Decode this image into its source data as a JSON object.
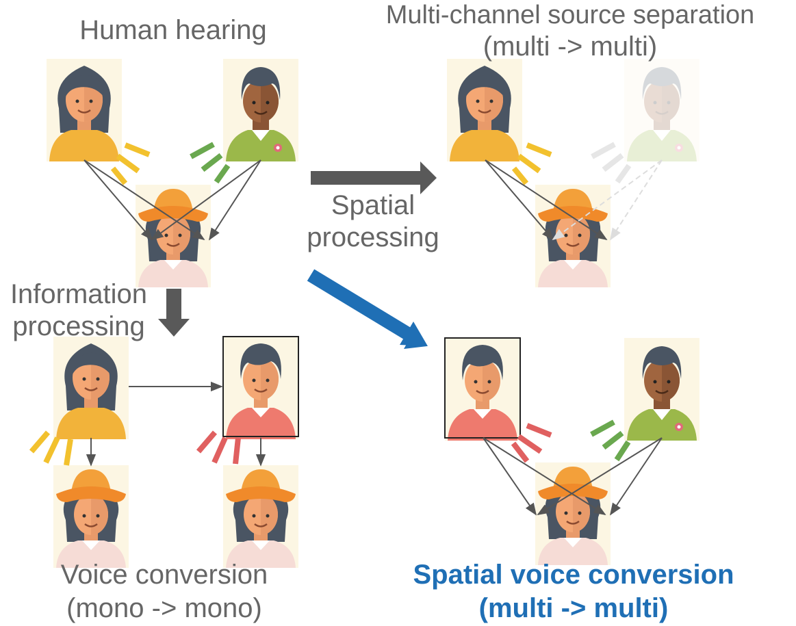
{
  "labels": {
    "human_hearing": "Human hearing",
    "mcss_line1": "Multi-channel source separation",
    "mcss_line2": "(multi -> multi)",
    "spatial_line1": "Spatial",
    "spatial_line2": "processing",
    "info_line1": "Information",
    "info_line2": "processing",
    "vc_line1": "Voice conversion",
    "vc_line2": "(mono -> mono)",
    "svc_line1": "Spatial voice conversion",
    "svc_line2": "(multi -> multi)"
  },
  "colors": {
    "text_gray": "#666666",
    "accent_blue": "#1f6fb5",
    "arrow_dark": "#595959",
    "wave_yellow": "#f2c12e",
    "wave_green": "#6aa84f",
    "wave_red": "#e06060"
  },
  "icons": {
    "woman": "woman-avatar-icon",
    "man": "man-avatar-icon",
    "listener": "listener-hat-icon",
    "converted": "converted-speaker-icon"
  }
}
